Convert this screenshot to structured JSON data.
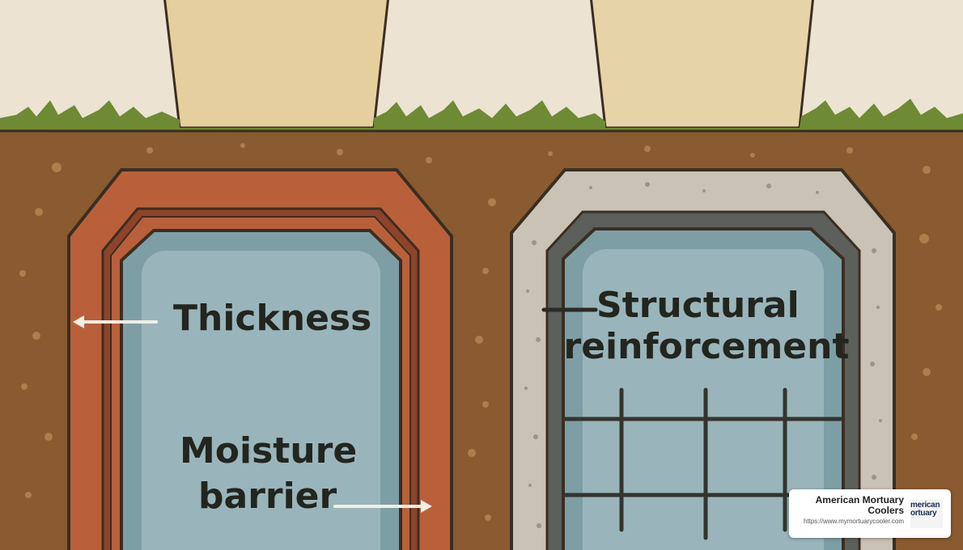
{
  "labels": {
    "thickness": "Thickness",
    "moisture_barrier": [
      "Moisture",
      "barrier"
    ],
    "structural_reinforcement": [
      "Structural",
      "reinforcement"
    ]
  },
  "brand": {
    "name": "American Mortuary Coolers",
    "url": "https://www.mymortuarycooler.com",
    "logo_text": "merican\nortuary"
  },
  "colors": {
    "sky": "#ece3d2",
    "soil": "#8a5a30",
    "grass": "#6e8a34",
    "headstone": "#e6cf9e",
    "copper_vault": "#b9603a",
    "concrete_vault": "#c9c2b5",
    "casket": "#7e9ea6",
    "casket_inner": "#99b5bb",
    "outline": "#3a2e22"
  }
}
